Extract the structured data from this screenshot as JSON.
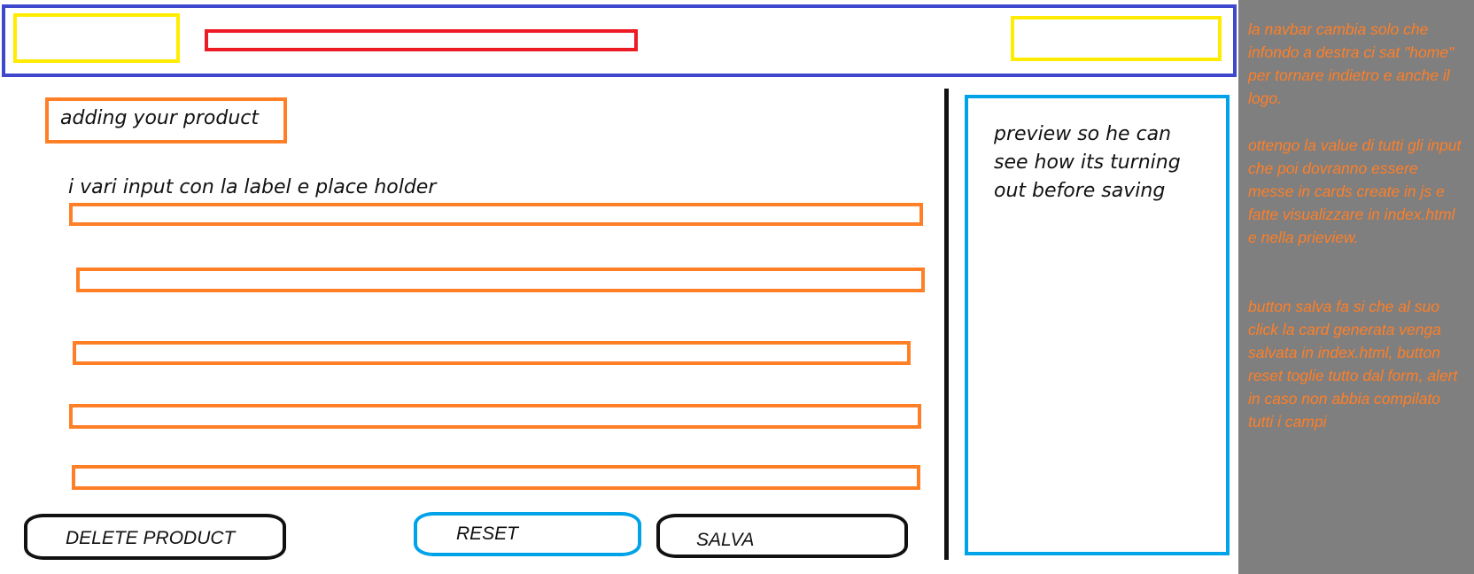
{
  "form": {
    "title": "adding your product",
    "inputs_caption": "i vari input con la label e place holder",
    "inputs": [
      {
        "value": "",
        "placeholder": ""
      },
      {
        "value": "",
        "placeholder": ""
      },
      {
        "value": "",
        "placeholder": ""
      },
      {
        "value": "",
        "placeholder": ""
      },
      {
        "value": "",
        "placeholder": ""
      }
    ]
  },
  "buttons": {
    "delete_label": "DELETE PRODUCT",
    "reset_label": "RESET",
    "save_label": "SALVA"
  },
  "preview": {
    "text": "preview so he can see how its turning out before saving"
  },
  "notes": {
    "navbar_note": "la navbar cambia solo che infondo a destra ci sat \"home\" per tornare indietro e anche il logo.",
    "values_note": "ottengo la value di tutti gli input che poi dovranno essere messe in cards create in js e fatte visualizzare in index.html e nella prieview.",
    "buttons_note": "button salva fa si che al suo click la card generata venga salvata in index.html, button reset toglie tutto dal form, alert in caso non abbia compilato tutti i campi"
  },
  "colors": {
    "navbar_border": "#3f48cc",
    "logo_placeholder": "#ffec00",
    "search_placeholder": "#ed1c24",
    "form_accent": "#ff7f27",
    "preview_border": "#00a2e8",
    "notes_background": "#7f7f7f",
    "notes_text": "#ff7f27"
  }
}
